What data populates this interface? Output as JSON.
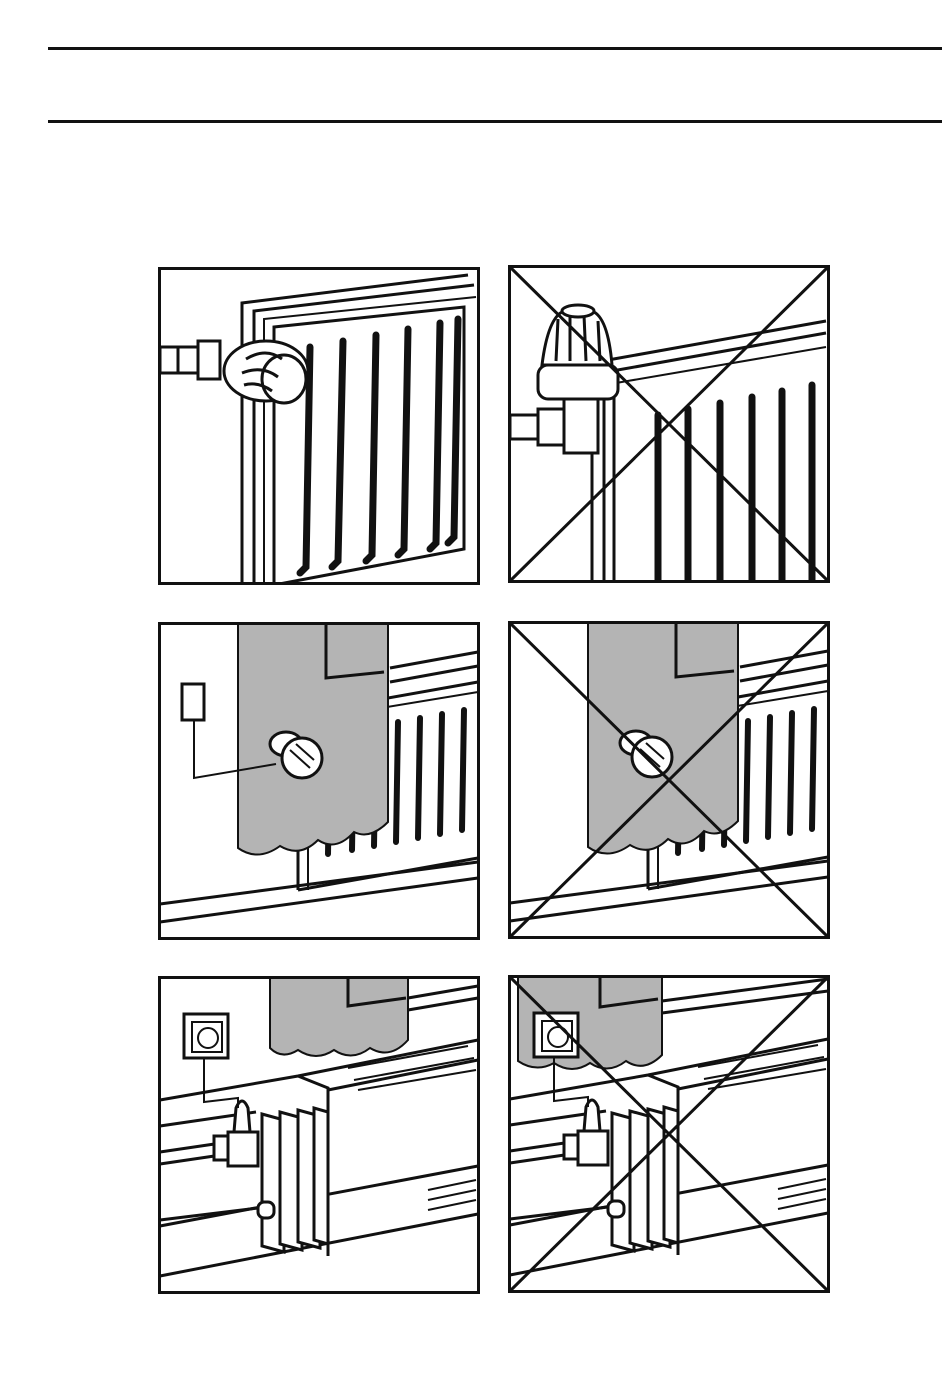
{
  "document": {
    "header_rules": 2,
    "figure_grid": {
      "rows": 3,
      "columns": 2
    }
  },
  "panels": [
    {
      "id": "p1",
      "subject": "radiator-thermostat-horizontal",
      "status": "correct",
      "crossed_out": false
    },
    {
      "id": "p2",
      "subject": "radiator-thermostat-vertical",
      "status": "incorrect",
      "crossed_out": true
    },
    {
      "id": "p3",
      "subject": "radiator-behind-curtain-remote-sensor",
      "status": "correct",
      "crossed_out": false
    },
    {
      "id": "p4",
      "subject": "radiator-behind-curtain-no-remote-sensor",
      "status": "incorrect",
      "crossed_out": true
    },
    {
      "id": "p5",
      "subject": "radiator-under-shelf-remote-control",
      "status": "correct",
      "crossed_out": false
    },
    {
      "id": "p6",
      "subject": "radiator-under-shelf-remote-control-under-curtain",
      "status": "incorrect",
      "crossed_out": true
    }
  ],
  "colors": {
    "ink": "#111111",
    "curtain": "#b4b4b4",
    "paper": "#ffffff"
  }
}
